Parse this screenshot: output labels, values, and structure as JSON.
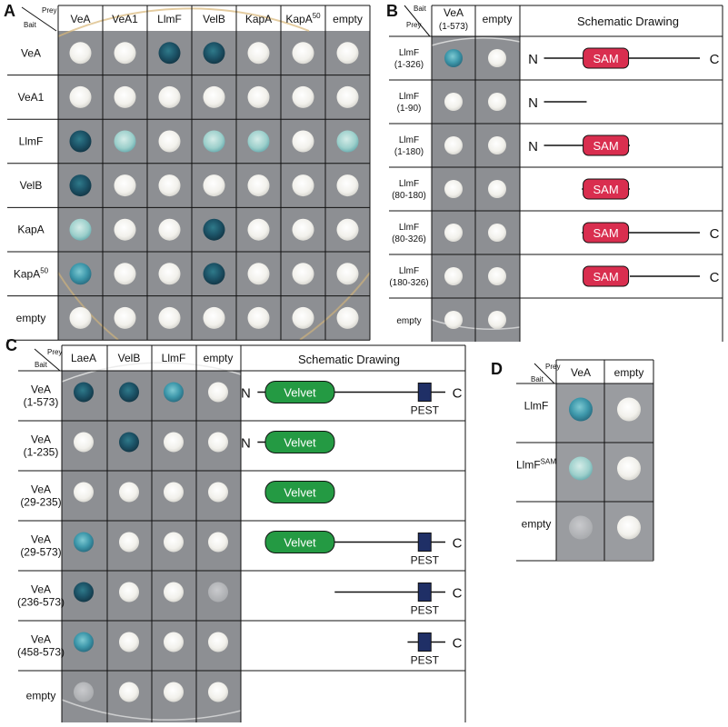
{
  "colors": {
    "plate": "#8d8f93",
    "plate_dark": "#6f7177",
    "white_spot": "#f4f3ee",
    "blue_strong": "#1b4f63",
    "blue_mid": "#3f8ea0",
    "blue_light": "#9fd0cf",
    "sam_domain": "#d92e4f",
    "velvet_domain": "#249a43",
    "pest_domain": "#1f2f66"
  },
  "panel_a": {
    "label": "A",
    "corner_prey": "Prey",
    "corner_bait": "Bait",
    "preys": [
      "VeA",
      "VeA1",
      "LlmF",
      "VelB",
      "KapA",
      "KapA",
      "empty"
    ],
    "prey_superscripts": [
      "",
      "",
      "",
      "",
      "",
      "50",
      ""
    ],
    "baits": [
      "VeA",
      "VeA1",
      "LlmF",
      "VelB",
      "KapA",
      "KapA",
      "empty"
    ],
    "bait_superscripts": [
      "",
      "",
      "",
      "",
      "",
      "50",
      ""
    ],
    "spots": [
      [
        "white",
        "white",
        "strong",
        "strong",
        "white",
        "white",
        "white"
      ],
      [
        "white",
        "white",
        "white",
        "white",
        "white",
        "white",
        "white"
      ],
      [
        "strong",
        "light",
        "white",
        "light",
        "light",
        "white",
        "light"
      ],
      [
        "strong",
        "white",
        "white",
        "white",
        "white",
        "white",
        "white"
      ],
      [
        "light",
        "white",
        "white",
        "strong",
        "white",
        "white",
        "white"
      ],
      [
        "mid",
        "white",
        "white",
        "strong",
        "white",
        "white",
        "white"
      ],
      [
        "white",
        "white",
        "white",
        "white",
        "white",
        "white",
        "white"
      ]
    ]
  },
  "panel_b": {
    "label": "B",
    "corner_prey": "Prey",
    "corner_bait": "Bait",
    "preys": [
      "VeA",
      "empty"
    ],
    "prey_sublabels": [
      "(1-573)",
      ""
    ],
    "schematic_title": "Schematic Drawing",
    "domain_label": "SAM",
    "rows": [
      {
        "name": "LlmF",
        "range": "(1-326)",
        "spots": [
          "mid",
          "white"
        ],
        "n": "N",
        "c": "C"
      },
      {
        "name": "LlmF",
        "range": "(1-90)",
        "spots": [
          "white",
          "white"
        ],
        "n": "N",
        "c": ""
      },
      {
        "name": "LlmF",
        "range": "(1-180)",
        "spots": [
          "white",
          "white"
        ],
        "n": "N",
        "c": ""
      },
      {
        "name": "LlmF",
        "range": "(80-180)",
        "spots": [
          "white",
          "white"
        ],
        "n": "",
        "c": ""
      },
      {
        "name": "LlmF",
        "range": "(80-326)",
        "spots": [
          "white",
          "white"
        ],
        "n": "",
        "c": "C"
      },
      {
        "name": "LlmF",
        "range": "(180-326)",
        "spots": [
          "white",
          "white"
        ],
        "n": "",
        "c": "C"
      },
      {
        "name": "empty",
        "range": "",
        "spots": [
          "white",
          "white"
        ],
        "n": "",
        "c": ""
      }
    ]
  },
  "panel_c": {
    "label": "C",
    "corner_prey": "Prey",
    "corner_bait": "Bait",
    "preys": [
      "LaeA",
      "VelB",
      "LlmF",
      "empty"
    ],
    "schematic_title": "Schematic Drawing",
    "domain_label": "Velvet",
    "pest_label": "PEST",
    "rows": [
      {
        "name": "VeA",
        "range": "(1-573)",
        "spots": [
          "strong",
          "strong",
          "mid",
          "white"
        ],
        "n": "N",
        "c": "C"
      },
      {
        "name": "VeA",
        "range": "(1-235)",
        "spots": [
          "white",
          "strong",
          "white",
          "white"
        ],
        "n": "N",
        "c": ""
      },
      {
        "name": "VeA",
        "range": "(29-235)",
        "spots": [
          "white",
          "white",
          "white",
          "white"
        ],
        "n": "",
        "c": ""
      },
      {
        "name": "VeA",
        "range": "(29-573)",
        "spots": [
          "mid",
          "white",
          "white",
          "white"
        ],
        "n": "",
        "c": "C"
      },
      {
        "name": "VeA",
        "range": "(236-573)",
        "spots": [
          "strong",
          "white",
          "white",
          "faint"
        ],
        "n": "",
        "c": "C"
      },
      {
        "name": "VeA",
        "range": "(458-573)",
        "spots": [
          "mid",
          "white",
          "white",
          "white"
        ],
        "n": "",
        "c": "C"
      },
      {
        "name": "empty",
        "range": "",
        "spots": [
          "faint",
          "white",
          "white",
          "white"
        ],
        "n": "",
        "c": ""
      }
    ]
  },
  "panel_d": {
    "label": "D",
    "corner_prey": "Prey",
    "corner_bait": "Bait",
    "preys": [
      "VeA",
      "empty"
    ],
    "rows": [
      {
        "name": "LlmF",
        "superscript": "",
        "spots": [
          "mid",
          "white"
        ]
      },
      {
        "name": "LlmF",
        "superscript": "SAM",
        "spots": [
          "light",
          "white"
        ]
      },
      {
        "name": "empty",
        "superscript": "",
        "spots": [
          "faint",
          "white"
        ]
      }
    ]
  }
}
